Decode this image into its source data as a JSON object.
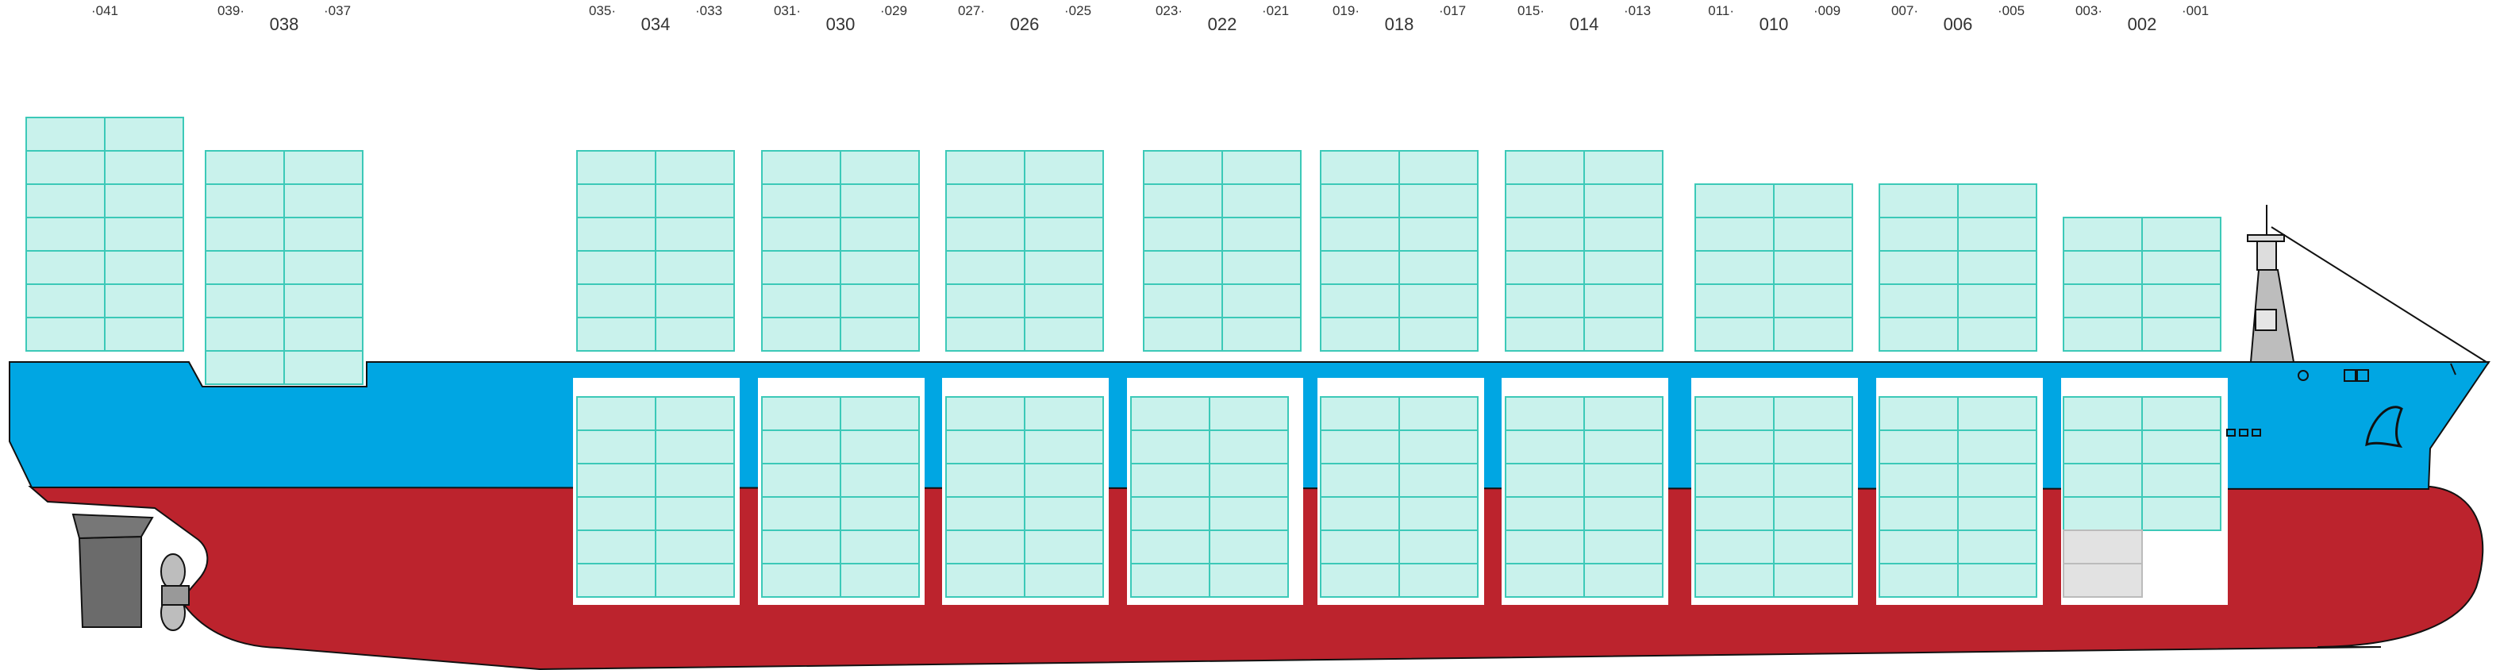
{
  "colors": {
    "background": "#ffffff",
    "hull_blue": "#00a6e3",
    "hull_red": "#bc232d",
    "container_fill": "#c9f2ec",
    "container_line": "#3cc9b8",
    "empty_slot": "#e2e2e2",
    "propeller": "#bdbdbd",
    "rudder": "#6b6b6b",
    "outline": "#111111"
  },
  "bay_labels": [
    {
      "pair": "041",
      "aft": "",
      "fwd": ""
    },
    {
      "pair": "038",
      "aft": "039",
      "fwd": "037"
    },
    {
      "pair": "034",
      "aft": "035",
      "fwd": "033"
    },
    {
      "pair": "030",
      "aft": "031",
      "fwd": "029"
    },
    {
      "pair": "026",
      "aft": "027",
      "fwd": "025"
    },
    {
      "pair": "022",
      "aft": "023",
      "fwd": "021"
    },
    {
      "pair": "018",
      "aft": "019",
      "fwd": "017"
    },
    {
      "pair": "014",
      "aft": "015",
      "fwd": "013"
    },
    {
      "pair": "010",
      "aft": "011",
      "fwd": "009"
    },
    {
      "pair": "006",
      "aft": "007",
      "fwd": "005"
    },
    {
      "pair": "002",
      "aft": "003",
      "fwd": "001"
    }
  ],
  "deck_stacks": [
    {
      "bay": "041",
      "tiers": 7
    },
    {
      "bay": "038",
      "tiers": 7
    },
    {
      "bay": "034",
      "tiers": 6
    },
    {
      "bay": "030",
      "tiers": 6
    },
    {
      "bay": "026",
      "tiers": 6
    },
    {
      "bay": "022",
      "tiers": 6
    },
    {
      "bay": "018",
      "tiers": 6
    },
    {
      "bay": "014",
      "tiers": 6
    },
    {
      "bay": "010",
      "tiers": 5
    },
    {
      "bay": "006",
      "tiers": 5
    },
    {
      "bay": "002",
      "tiers": 4
    }
  ],
  "hold_stacks": [
    {
      "bay": "034",
      "tiers": 6
    },
    {
      "bay": "030",
      "tiers": 6
    },
    {
      "bay": "026",
      "tiers": 6
    },
    {
      "bay": "022",
      "tiers": 6
    },
    {
      "bay": "018",
      "tiers": 6
    },
    {
      "bay": "014",
      "tiers": 6
    },
    {
      "bay": "010",
      "tiers": 6
    },
    {
      "bay": "006",
      "tiers": 6
    },
    {
      "bay": "002",
      "tiers": 4,
      "empty_slots": 2
    }
  ]
}
